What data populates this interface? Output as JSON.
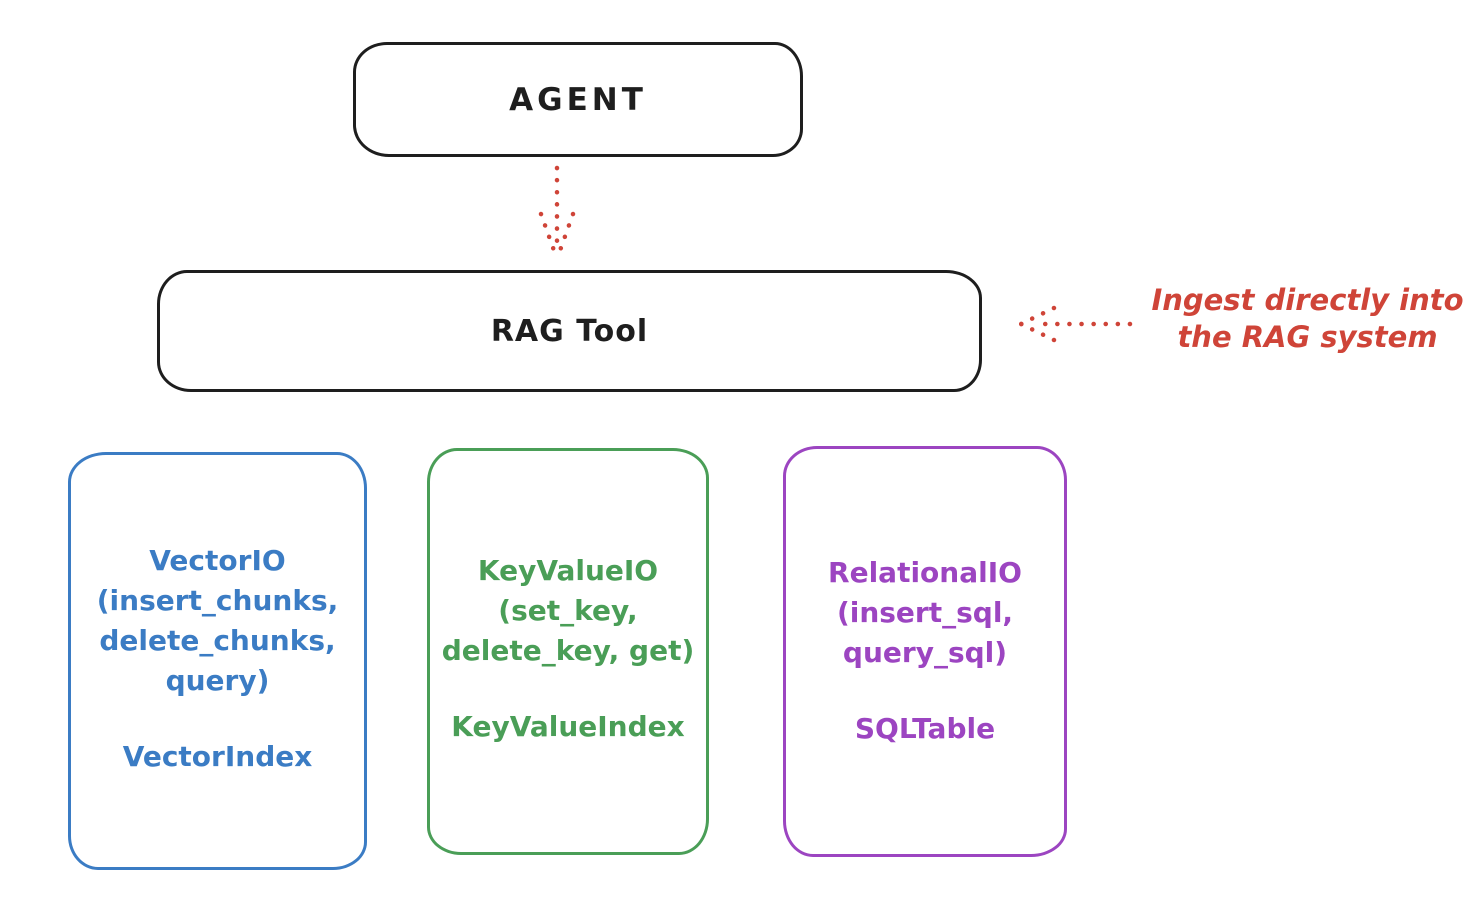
{
  "colors": {
    "ink": "#1e1e1e",
    "red": "#cf4438",
    "blue": "#3b7cc4",
    "green": "#4a9e57",
    "purple": "#9c45c1",
    "bg": "#ffffff"
  },
  "nodes": {
    "agent": {
      "label": "AGENT"
    },
    "rag_tool": {
      "label": "RAG Tool"
    },
    "vector": {
      "line1": "VectorIO",
      "line2": "(insert_chunks,",
      "line3": "delete_chunks,",
      "line4": "query)",
      "index": "VectorIndex"
    },
    "keyvalue": {
      "line1": "KeyValueIO",
      "line2": "(set_key,",
      "line3": "delete_key, get)",
      "index": "KeyValueIndex"
    },
    "relational": {
      "line1": "RelationalIO",
      "line2": "(insert_sql,",
      "line3": "query_sql)",
      "index": "SQLTable"
    }
  },
  "annotation": {
    "line1": "Ingest directly into",
    "line2": "the RAG system"
  },
  "arrows": {
    "agent_to_rag": "dotted arrow from AGENT down to RAG Tool",
    "ingest_to_rag": "dotted arrow pointing left into RAG Tool from annotation"
  }
}
